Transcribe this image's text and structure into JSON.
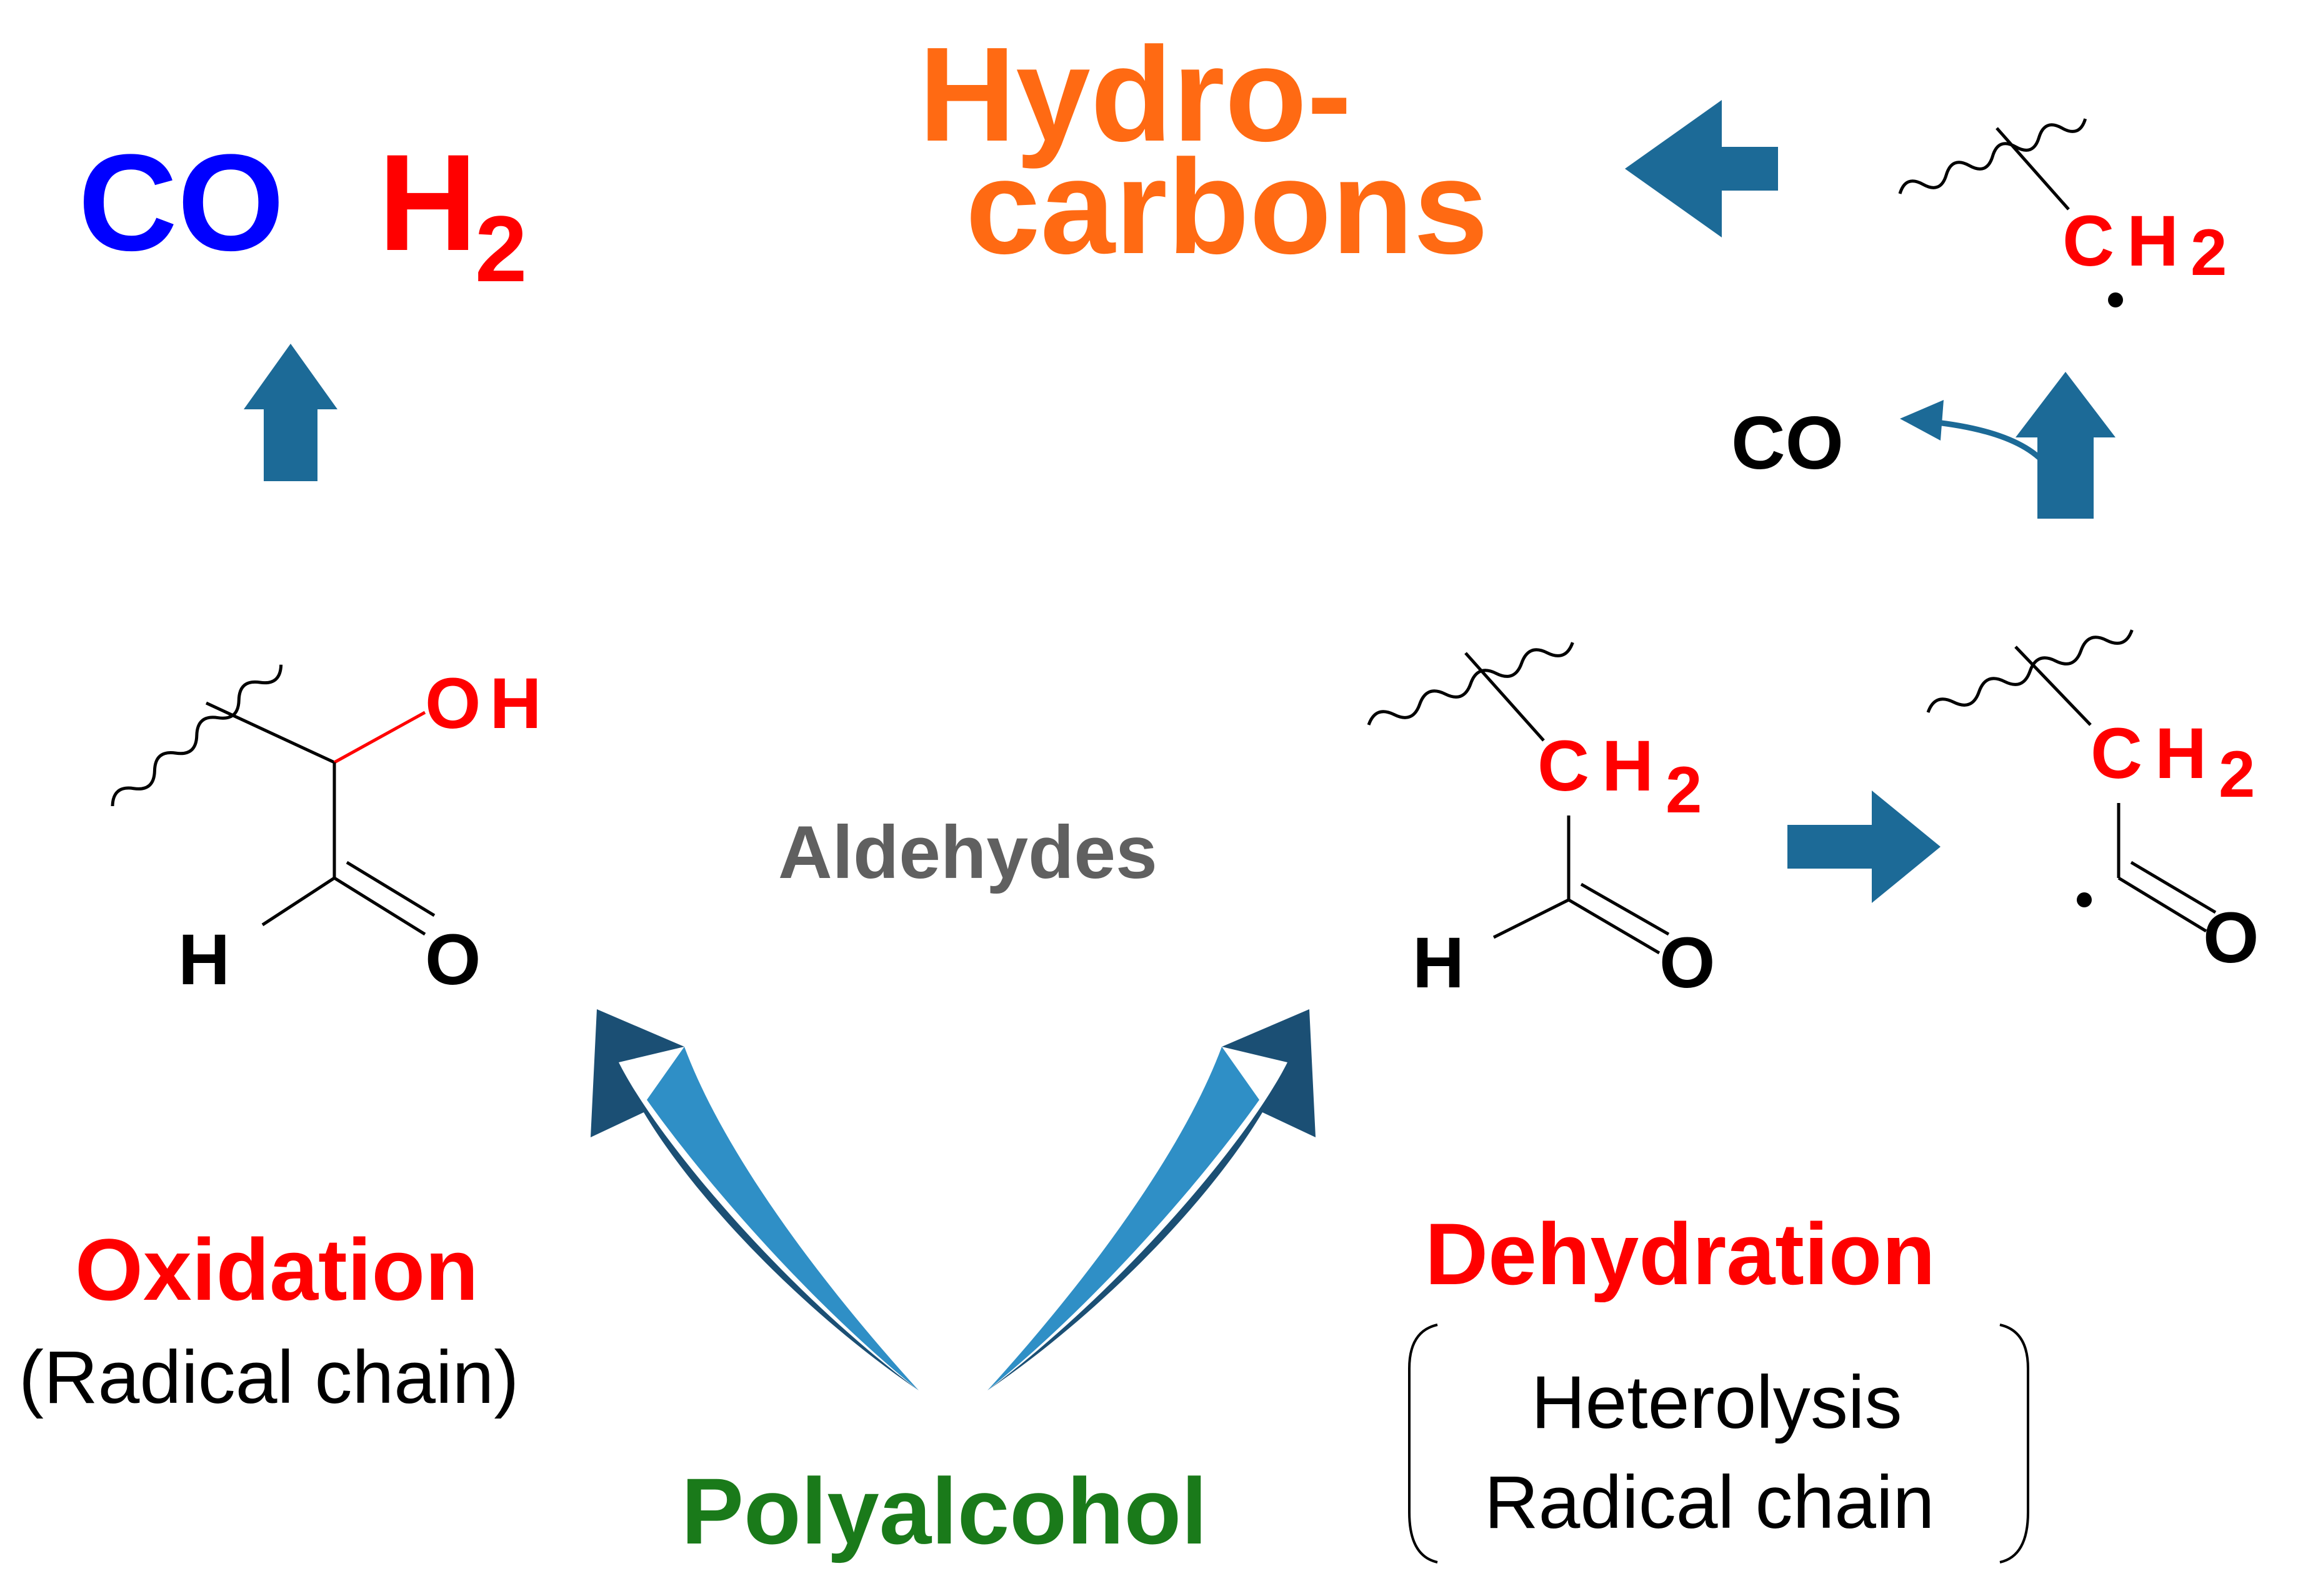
{
  "products": {
    "co": "CO",
    "h2_base": "H",
    "h2_sub": "2",
    "hydrocarbons_line1": "Hydro-",
    "hydrocarbons_line2": "carbons",
    "co_byproduct": "CO"
  },
  "intermediates": {
    "left_oh": "OH",
    "left_h": "H",
    "left_o": "O",
    "mid_ch": "CH",
    "mid_sub": "2",
    "mid_h": "H",
    "mid_o": "O",
    "acyl_ch": "CH",
    "acyl_sub": "2",
    "acyl_o": "O",
    "alkyl_ch": "CH",
    "alkyl_sub": "2"
  },
  "labels": {
    "aldehydes": "Aldehydes",
    "oxidation": "Oxidation",
    "oxidation_mechanism": "(Radical chain)",
    "dehydration": "Dehydration",
    "dehydration_mech_1": "Heterolysis",
    "dehydration_mech_2": "Radical chain",
    "polyalcohol": "Polyalcohol"
  },
  "colors": {
    "blue": "#0000ff",
    "red": "#ff0000",
    "orange": "#ff6a13",
    "green": "#1a7a1a",
    "gray": "#606060",
    "arrow": "#1c6a97",
    "arrow_dark": "#1b4f74",
    "arrow_light": "#2f8fc6",
    "black": "#000000"
  }
}
